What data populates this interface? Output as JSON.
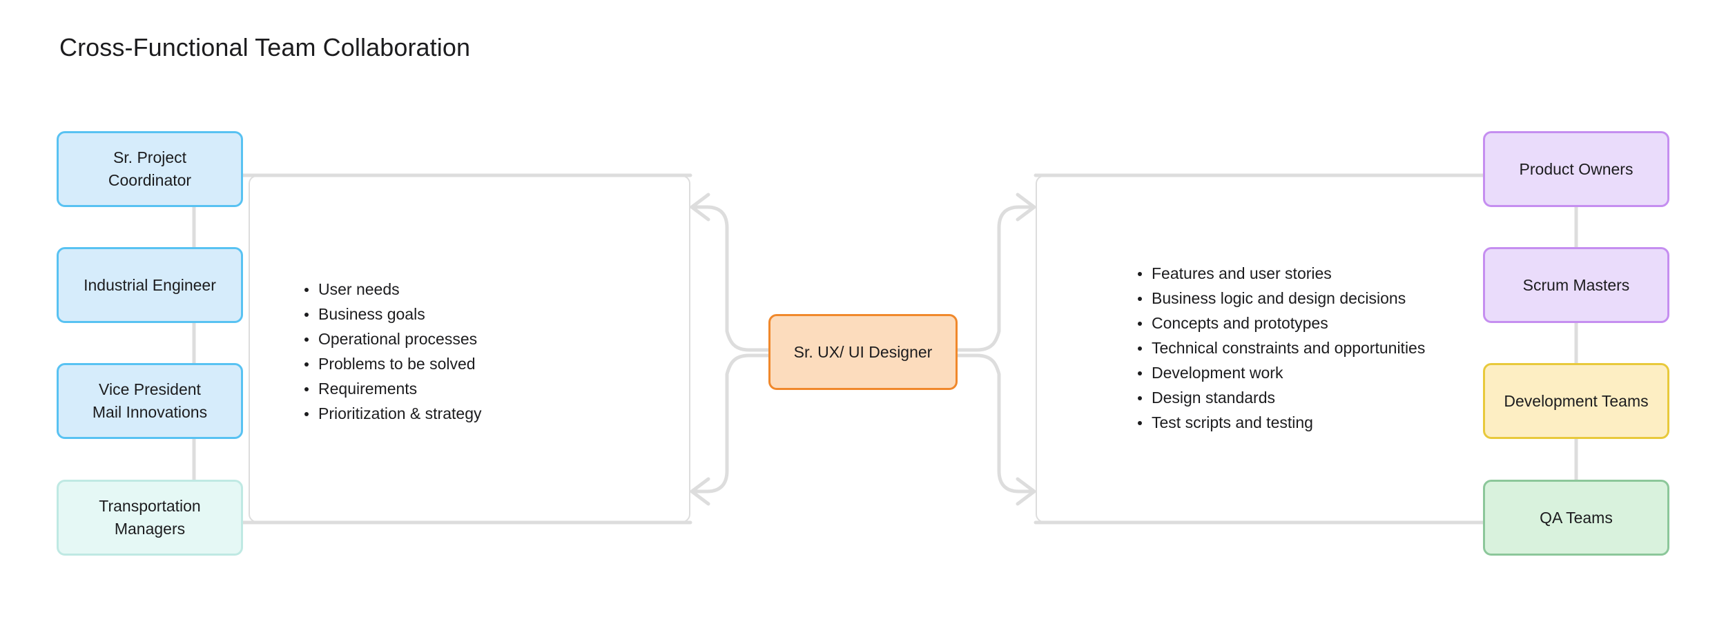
{
  "page": {
    "title": "Cross-Functional Team Collaboration",
    "background_color": "#ffffff",
    "connector_color": "#dddddd"
  },
  "diagram": {
    "type": "flow-diagram",
    "center_node": {
      "label": "Sr. UX/ UI Designer",
      "fill": "#fcdcbd",
      "border": "#f0882b"
    },
    "left_group": {
      "name": "stakeholders-group",
      "nodes": [
        {
          "label": "Sr. Project\nCoordinator",
          "fill": "#d6ecfb",
          "border": "#58c2f2"
        },
        {
          "label": "Industrial Engineer",
          "fill": "#d6ecfb",
          "border": "#58c2f2"
        },
        {
          "label": "Vice President\nMail Innovations",
          "fill": "#d6ecfb",
          "border": "#58c2f2"
        },
        {
          "label": "Transportation\nManagers",
          "fill": "#e5f8f5",
          "border": "#bfe9e3"
        }
      ],
      "bullets": [
        "User needs",
        "Business goals",
        "Operational processes",
        "Problems to be solved",
        "Requirements",
        "Prioritization & strategy"
      ]
    },
    "right_group": {
      "name": "delivery-group",
      "nodes": [
        {
          "label": "Product Owners",
          "fill": "#eadcfb",
          "border": "#c58ef0"
        },
        {
          "label": "Scrum Masters",
          "fill": "#eadcfb",
          "border": "#c58ef0"
        },
        {
          "label": "Development Teams",
          "fill": "#fdeec3",
          "border": "#e8c93b"
        },
        {
          "label": "QA Teams",
          "fill": "#d9f2dd",
          "border": "#8cc79a"
        }
      ],
      "bullets": [
        "Features and user stories",
        "Business logic and design decisions",
        "Concepts and prototypes",
        "Technical constraints and opportunities",
        "Development work",
        "Design standards",
        "Test scripts and testing"
      ]
    }
  }
}
